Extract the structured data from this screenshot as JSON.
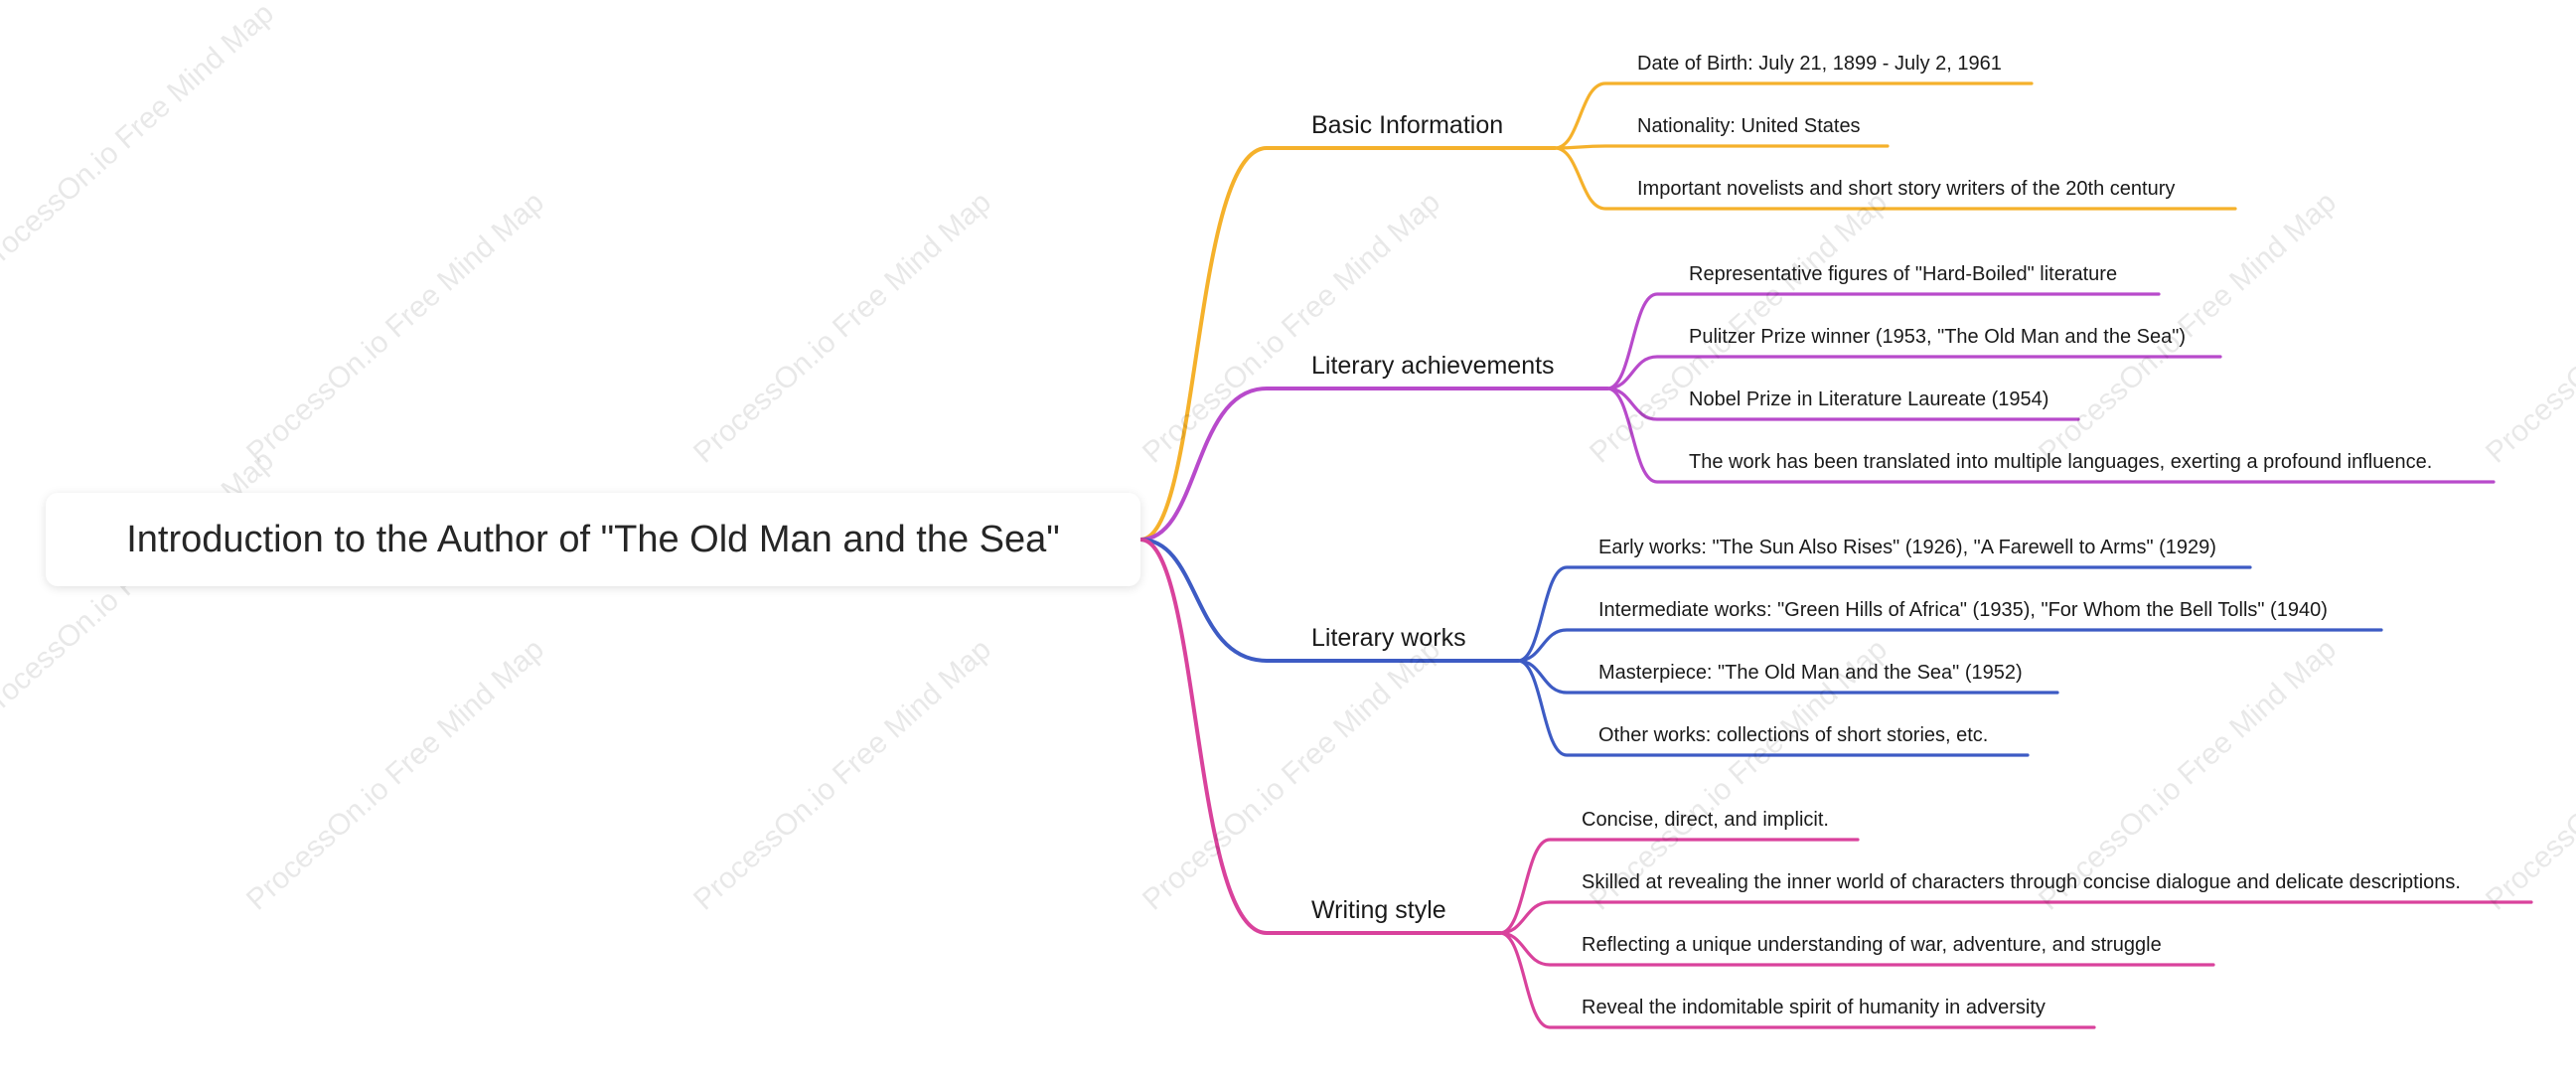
{
  "watermark_text": "ProcessOn.io Free Mind Map",
  "mindmap": {
    "root": "Introduction to the Author of \"The Old Man and the Sea\"",
    "branches": [
      {
        "label": "Basic Information",
        "color": "#F5B12B",
        "children": [
          "Date of Birth: July 21, 1899 - July 2, 1961",
          "Nationality: United States",
          "Important novelists and short story writers of the 20th century"
        ]
      },
      {
        "label": "Literary achievements",
        "color": "#B84ACB",
        "children": [
          "Representative figures of \"Hard-Boiled\" literature",
          "Pulitzer Prize winner (1953, \"The Old Man and the Sea\")",
          "Nobel Prize in Literature Laureate (1954)",
          "The work has been translated into multiple languages, exerting a profound influence."
        ]
      },
      {
        "label": "Literary works",
        "color": "#3D5BC4",
        "children": [
          "Early works: \"The Sun Also Rises\" (1926), \"A Farewell to Arms\" (1929)",
          "Intermediate works: \"Green Hills of Africa\" (1935), \"For Whom the Bell Tolls\" (1940)",
          "Masterpiece: \"The Old Man and the Sea\" (1952)",
          "Other works: collections of short stories, etc."
        ]
      },
      {
        "label": "Writing style",
        "color": "#D9429C",
        "children": [
          "Concise, direct, and implicit.",
          "Skilled at revealing the inner world of characters through concise dialogue and delicate descriptions.",
          "Reflecting a unique understanding of war, adventure, and struggle",
          "Reveal the indomitable spirit of humanity in adversity"
        ]
      }
    ]
  }
}
